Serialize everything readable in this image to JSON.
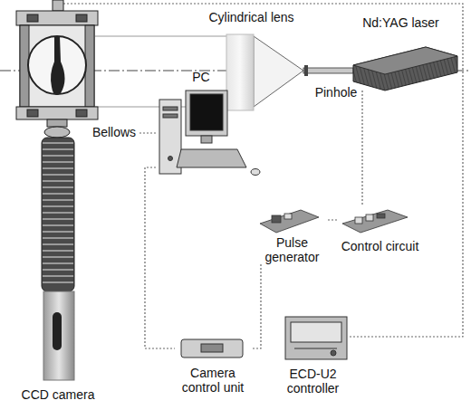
{
  "diagram": {
    "nodes": [
      {
        "text": [
          "Cylindrical lens"
        ]
      },
      {
        "text": [
          "Nd:YAG laser"
        ]
      },
      {
        "text": [
          "Pinhole"
        ]
      },
      {
        "text": [
          "Bellows"
        ]
      },
      {
        "text": [
          "PC"
        ]
      },
      {
        "text": [
          "Pulse generator"
        ]
      },
      {
        "text": [
          "Control circuit"
        ]
      },
      {
        "text": [
          "CCD camera"
        ]
      },
      {
        "text": [
          "Camera control unit"
        ]
      },
      {
        "text": [
          "ECD-U2 controller"
        ]
      }
    ],
    "edges": [
      {
        "from": 1,
        "to": 6,
        "arrow": "none"
      },
      {
        "from": 5,
        "to": 6,
        "arrow": "none"
      },
      {
        "from": 5,
        "to": 8,
        "arrow": "none"
      },
      {
        "from": 3,
        "to": 4,
        "arrow": "none"
      },
      {
        "from": 4,
        "to": 8,
        "arrow": "none"
      }
    ]
  }
}
